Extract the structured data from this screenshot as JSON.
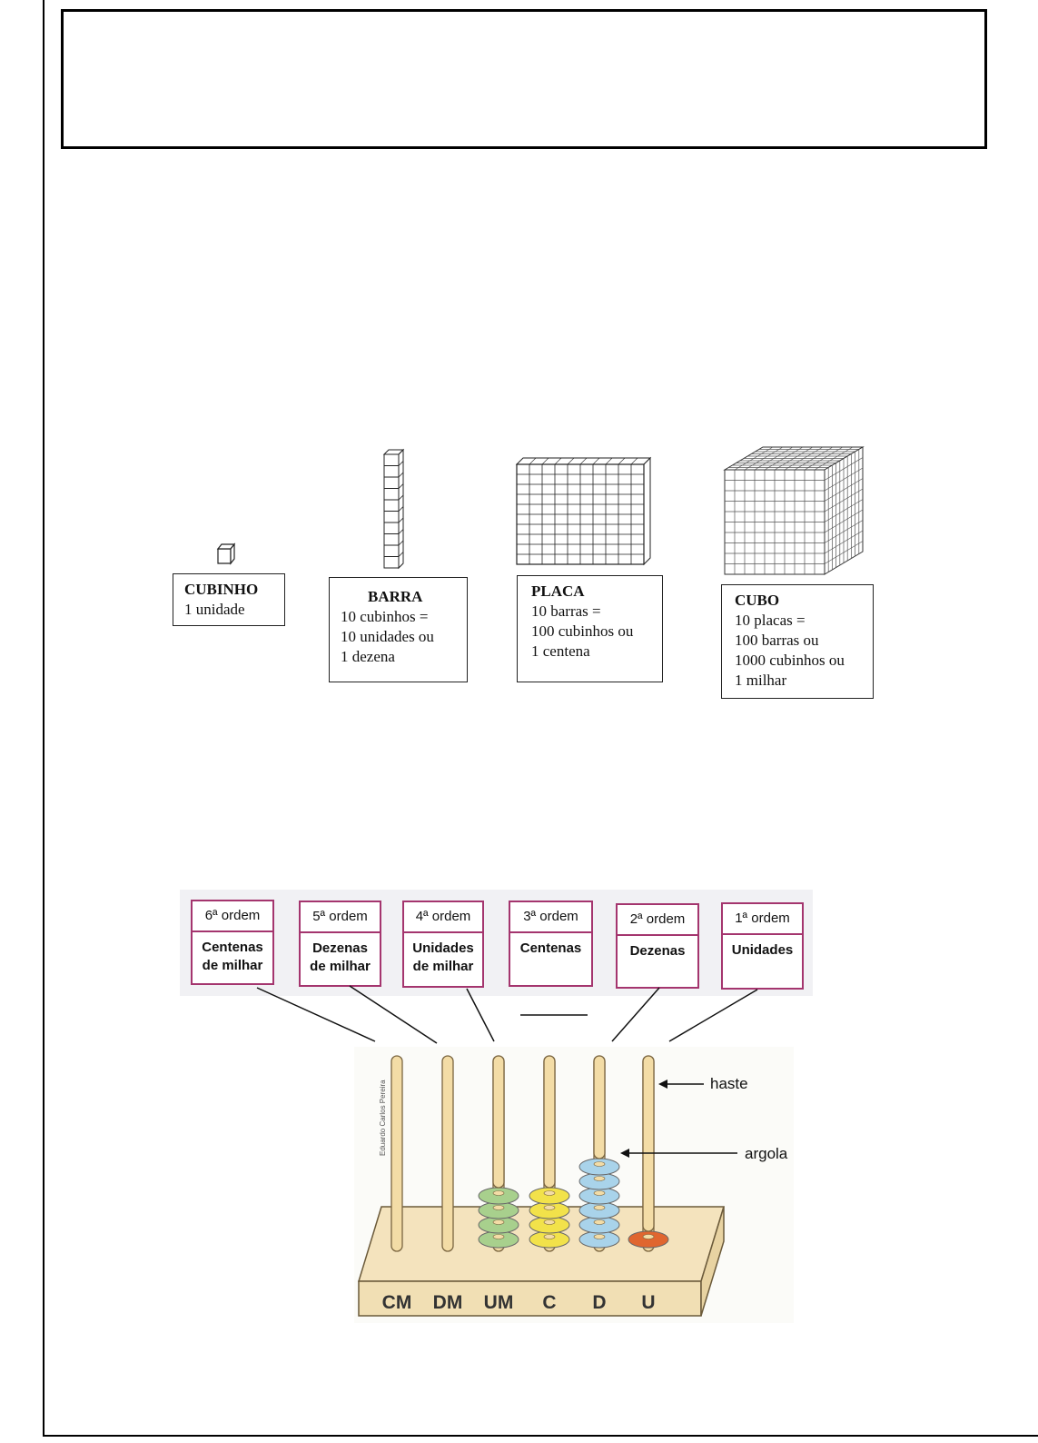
{
  "blocks": {
    "cubinho": {
      "title": "CUBINHO",
      "line1": "1 unidade"
    },
    "barra": {
      "title": "BARRA",
      "line1": "10 cubinhos =",
      "line2": "10 unidades ou",
      "line3": "1 dezena"
    },
    "placa": {
      "title": "PLACA",
      "line1": "10 barras =",
      "line2": "100 cubinhos ou",
      "line3": "1 centena"
    },
    "cubo": {
      "title": "CUBO",
      "line1": "10 placas =",
      "line2": "100 barras ou",
      "line3": "1000 cubinhos ou",
      "line4": "1 milhar"
    }
  },
  "ordens": [
    {
      "ordem": "6ª ordem",
      "nome1": "Centenas",
      "nome2": "de milhar"
    },
    {
      "ordem": "5ª ordem",
      "nome1": "Dezenas",
      "nome2": "de milhar"
    },
    {
      "ordem": "4ª ordem",
      "nome1": "Unidades",
      "nome2": "de milhar"
    },
    {
      "ordem": "3ª ordem",
      "nome1": "Centenas",
      "nome2": ""
    },
    {
      "ordem": "2ª ordem",
      "nome1": "Dezenas",
      "nome2": ""
    },
    {
      "ordem": "1ª ordem",
      "nome1": "Unidades",
      "nome2": ""
    }
  ],
  "abaco": {
    "base_labels": [
      "CM",
      "DM",
      "UM",
      "C",
      "D",
      "U"
    ],
    "argolas": [
      0,
      0,
      4,
      4,
      6,
      1
    ],
    "argola_colors": [
      "#a8d08d",
      "#a8d08d",
      "#a8d08d",
      "#f2e24a",
      "#a9d3ea",
      "#e0662f"
    ],
    "haste_label": "haste",
    "argola_label": "argola",
    "credit": "Eduardo Carlos Pereira"
  }
}
